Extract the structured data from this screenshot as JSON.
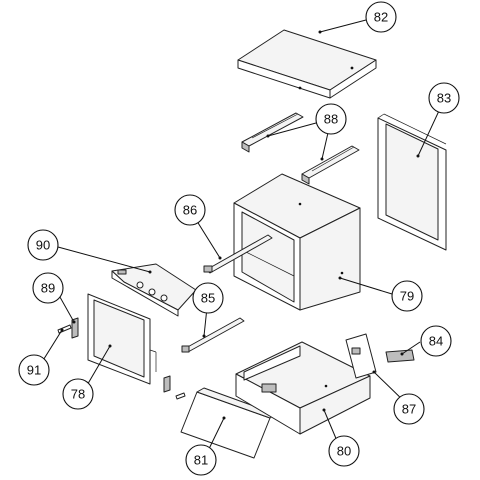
{
  "callouts": [
    {
      "id": "82"
    },
    {
      "id": "83"
    },
    {
      "id": "88"
    },
    {
      "id": "86"
    },
    {
      "id": "90"
    },
    {
      "id": "89"
    },
    {
      "id": "85"
    },
    {
      "id": "79"
    },
    {
      "id": "84"
    },
    {
      "id": "91"
    },
    {
      "id": "78"
    },
    {
      "id": "87"
    },
    {
      "id": "81"
    },
    {
      "id": "80"
    }
  ]
}
